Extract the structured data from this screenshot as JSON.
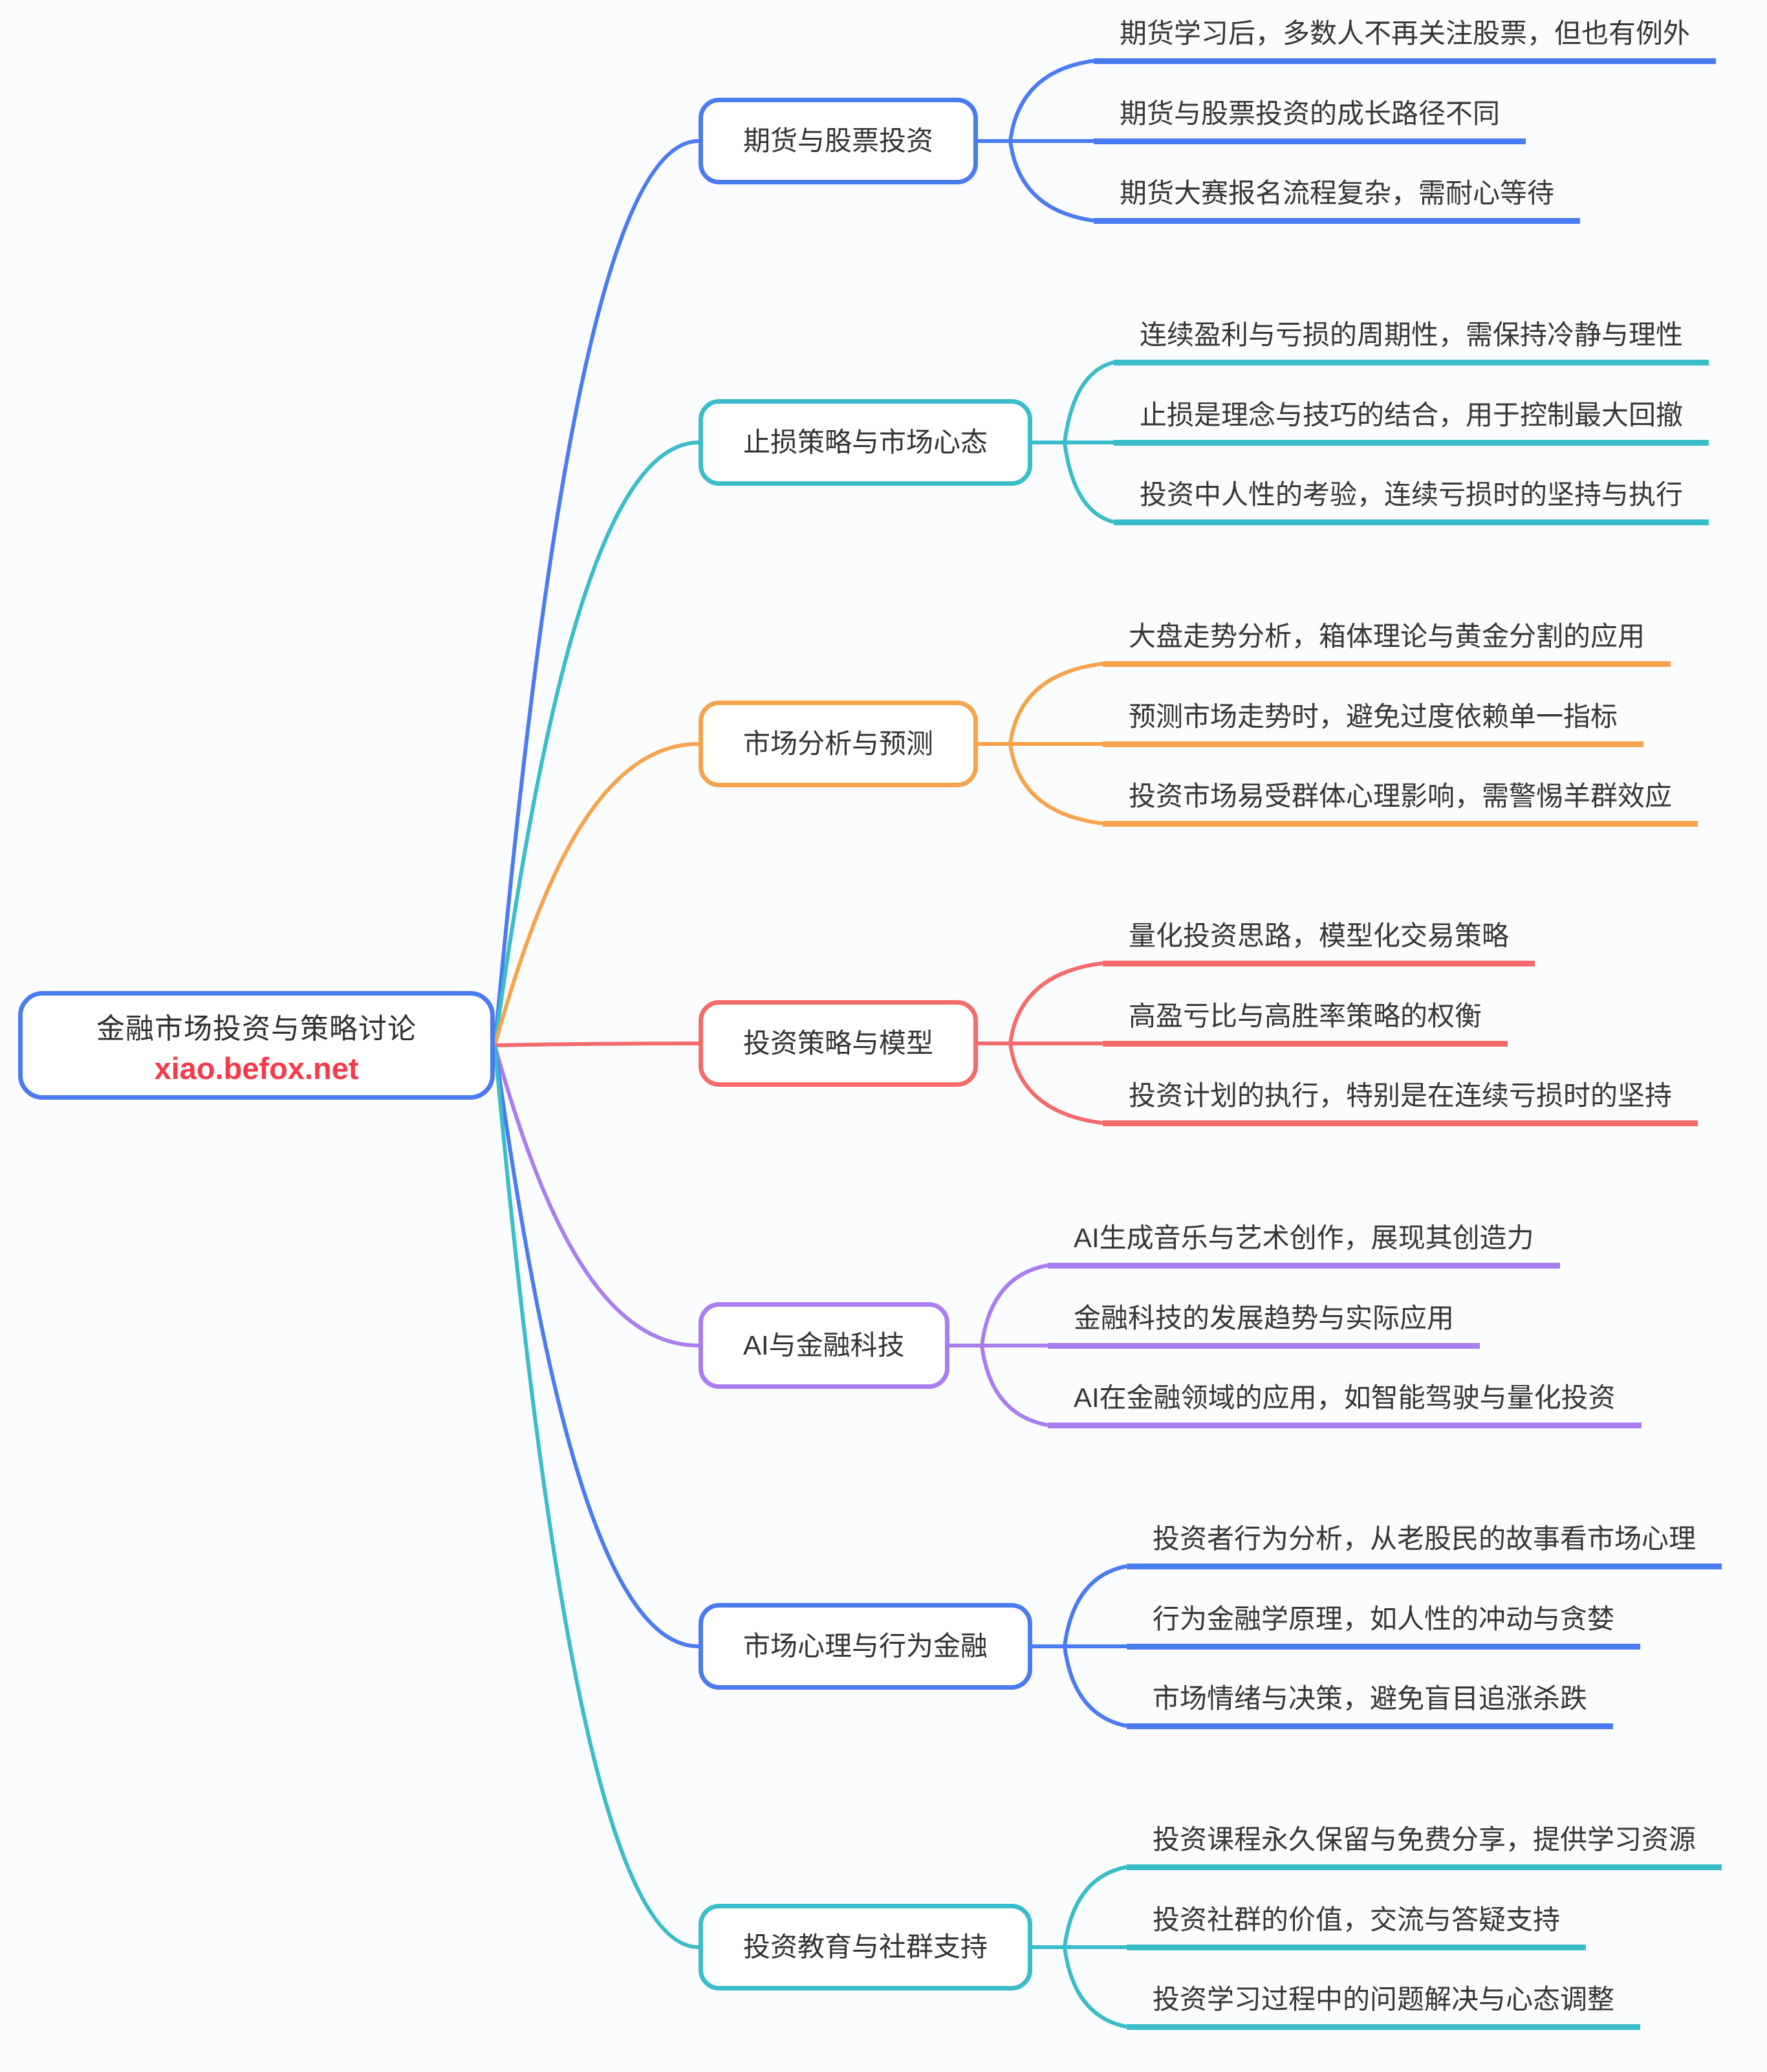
{
  "page": {
    "background": "#fbfcfd"
  },
  "root": {
    "title": "金融市场投资与策略讨论",
    "url": "xiao.befox.net",
    "border_color": "#4a7bf0",
    "url_color": "#f6394b"
  },
  "branches": [
    {
      "label": "期货与股票投资",
      "color": "#4a7bf0",
      "children": [
        "期货学习后，多数人不再关注股票，但也有例外",
        "期货与股票投资的成长路径不同",
        "期货大赛报名流程复杂，需耐心等待"
      ]
    },
    {
      "label": "止损策略与市场心态",
      "color": "#39bdc8",
      "children": [
        "连续盈利与亏损的周期性，需保持冷静与理性",
        "止损是理念与技巧的结合，用于控制最大回撤",
        "投资中人性的考验，连续亏损时的坚持与执行"
      ]
    },
    {
      "label": "市场分析与预测",
      "color": "#f5a44d",
      "children": [
        "大盘走势分析，箱体理论与黄金分割的应用",
        "预测市场走势时，避免过度依赖单一指标",
        "投资市场易受群体心理影响，需警惕羊群效应"
      ]
    },
    {
      "label": "投资策略与模型",
      "color": "#f56b6b",
      "children": [
        "量化投资思路，模型化交易策略",
        "高盈亏比与高胜率策略的权衡",
        "投资计划的执行，特别是在连续亏损时的坚持"
      ]
    },
    {
      "label": "AI与金融科技",
      "color": "#a97df0",
      "children": [
        "AI生成音乐与艺术创作，展现其创造力",
        "金融科技的发展趋势与实际应用",
        "AI在金融领域的应用，如智能驾驶与量化投资"
      ]
    },
    {
      "label": "市场心理与行为金融",
      "color": "#4a7bf0",
      "children": [
        "投资者行为分析，从老股民的故事看市场心理",
        "行为金融学原理，如人性的冲动与贪婪",
        "市场情绪与决策，避免盲目追涨杀跌"
      ]
    },
    {
      "label": "投资教育与社群支持",
      "color": "#39bdc8",
      "children": [
        "投资课程永久保留与免费分享，提供学习资源",
        "投资社群的价值，交流与答疑支持",
        "投资学习过程中的问题解决与心态调整"
      ]
    }
  ]
}
